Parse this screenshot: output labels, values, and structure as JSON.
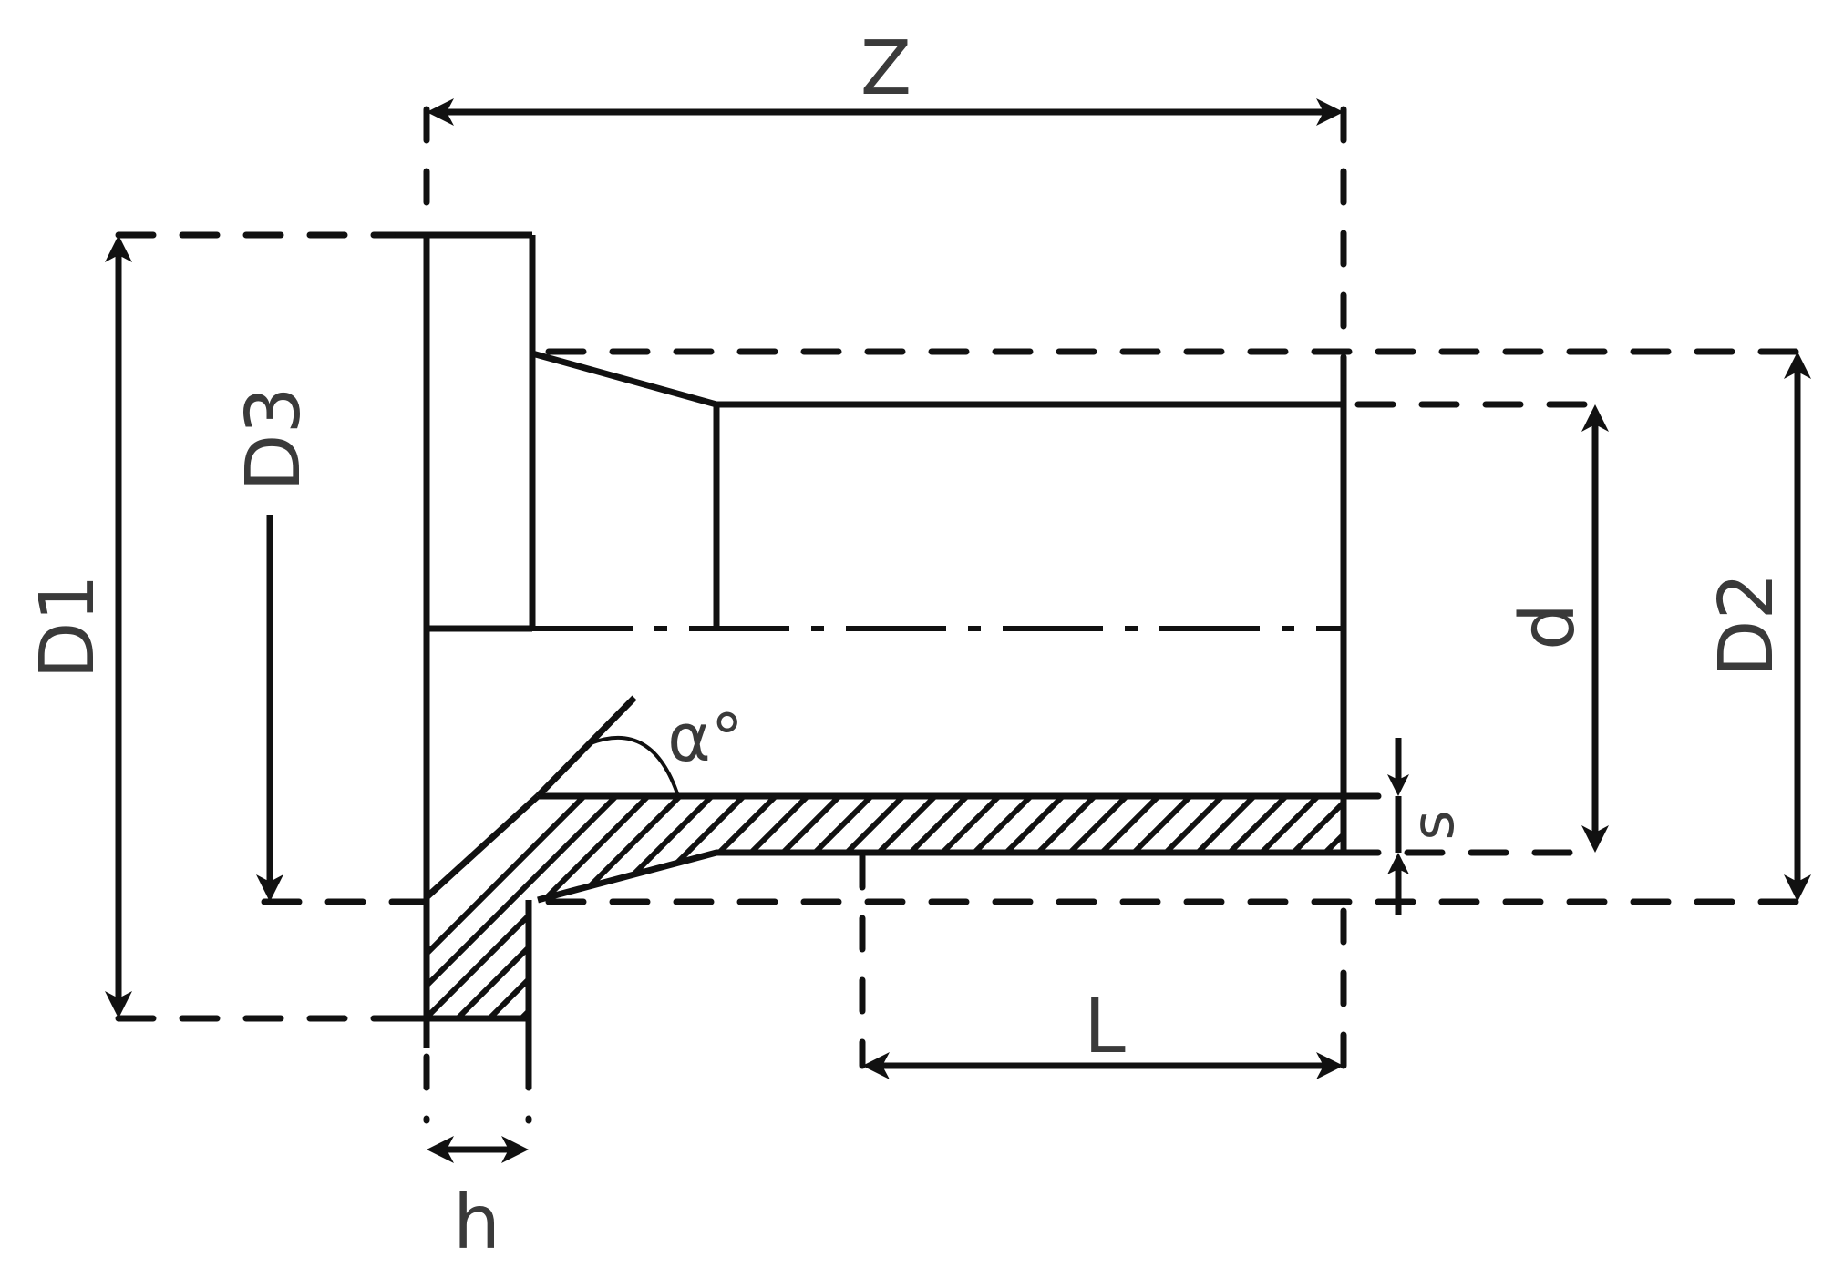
{
  "labels": {
    "Z": "Z",
    "D1": "D1",
    "D2": "D2",
    "D3": "D3",
    "d": "d",
    "s": "s",
    "L": "L",
    "h": "h",
    "alpha": "α°"
  }
}
